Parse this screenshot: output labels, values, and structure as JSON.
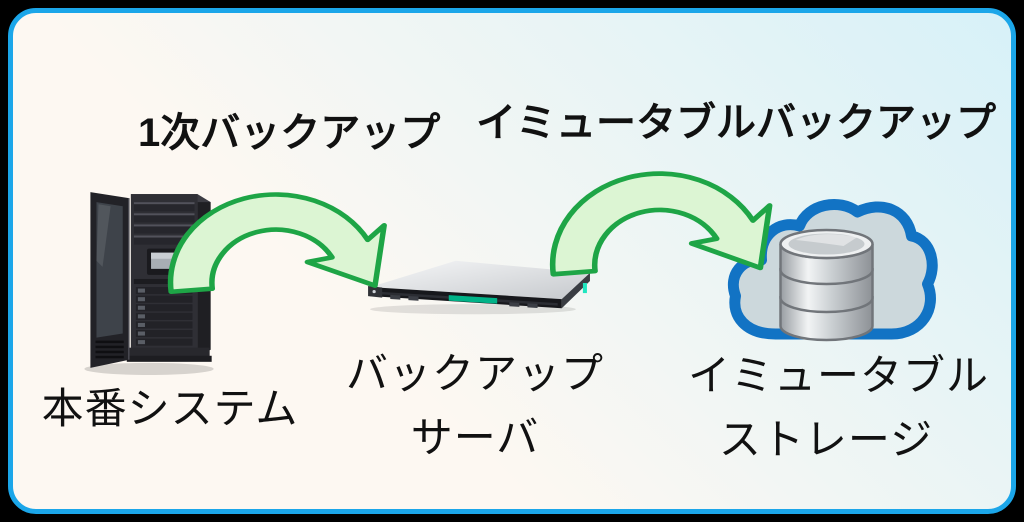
{
  "diagram": {
    "type": "backup-flow",
    "flows": [
      {
        "label": "1次バックアップ"
      },
      {
        "label": "イミュータブルバックアップ"
      }
    ],
    "nodes": [
      {
        "id": "production",
        "label": "本番システム",
        "icon": "server-rack-tower"
      },
      {
        "id": "backup-server",
        "label_lines": [
          "バックアップ",
          "サーバ"
        ],
        "icon": "rack-server-1u"
      },
      {
        "id": "immutable-storage",
        "label_lines": [
          "イミュータブル",
          "ストレージ"
        ],
        "icon": "cloud-database"
      }
    ]
  },
  "colors": {
    "frame_border": "#000000",
    "panel_border": "#1ba6e9",
    "panel_bg_start": "#fdf8f2",
    "panel_bg_end": "#d7f1f8",
    "arrow_fill": "#dcf5d3",
    "arrow_stroke": "#1ea546",
    "cloud_outline": "#1273c4",
    "cloud_fill": "#ccd8dc",
    "label_text": "#111111",
    "hpe_green": "#00b388"
  }
}
